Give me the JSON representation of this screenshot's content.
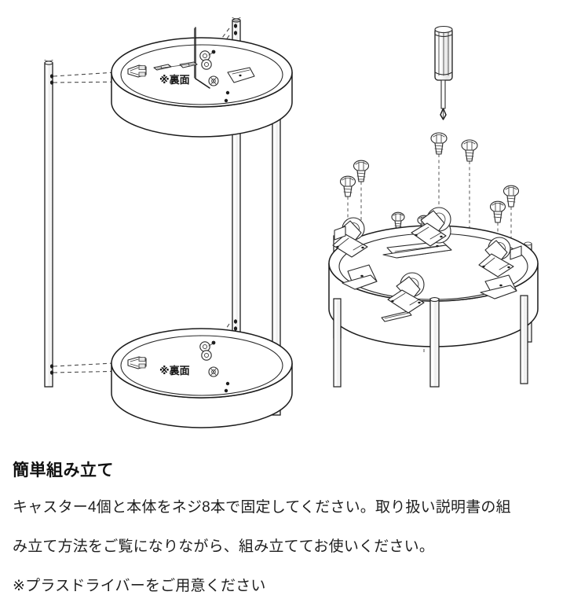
{
  "page": {
    "background_color": "#ffffff",
    "line_color": "#1c1c1c",
    "text_color": "#1a1a1a"
  },
  "illustration": {
    "left_diagram": {
      "name": "frame-and-tray-assembly",
      "description_role": "exploded view of round side table: three legs and two round trays",
      "tray_labels": [
        {
          "id": "top-tray-label",
          "text": "※裏面"
        },
        {
          "id": "bottom-tray-label",
          "text": "※裏面"
        }
      ],
      "parts": {
        "legs_count": 3,
        "trays_count": 2,
        "hex_key": "hex-key-tool"
      }
    },
    "right_diagram": {
      "name": "caster-mounting-assembly",
      "description_role": "four casters attached with screws to underside of round table top",
      "parts": {
        "screwdriver": "phillips-screwdriver",
        "casters_count": 4,
        "screws_count": 8,
        "plates_count": 4
      }
    }
  },
  "caption": {
    "heading": "簡単組み立て",
    "lines": [
      "キャスター4個と本体をネジ8本で固定してください。取り扱い説明書の組",
      "み立て方法をご覧になりながら、組み立ててお使いください。",
      "※プラスドライバーをご用意ください"
    ]
  }
}
